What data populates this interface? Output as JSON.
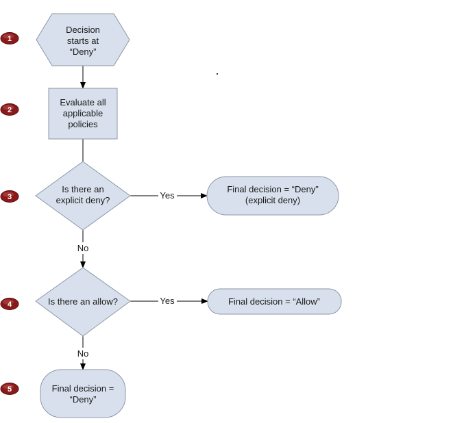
{
  "colors": {
    "node_fill": "#d7e0ec",
    "node_stroke": "#8c96a5",
    "badge_fill": "#8a1a1a",
    "edge": "#000000"
  },
  "steps": [
    {
      "badge": "1",
      "lines": [
        "Decision",
        "starts at",
        "“Deny”"
      ]
    },
    {
      "badge": "2",
      "lines": [
        "Evaluate all",
        "applicable",
        "policies"
      ]
    },
    {
      "badge": "3",
      "lines": [
        "Is there an",
        "explicit deny?"
      ]
    },
    {
      "badge": "4",
      "lines": [
        "Is there an allow?"
      ]
    },
    {
      "badge": "5",
      "lines": [
        "Final decision =",
        "“Deny”"
      ]
    }
  ],
  "outcomes": {
    "explicit_deny": {
      "lines": [
        "Final decision = “Deny”",
        "(explicit deny)"
      ]
    },
    "allow": {
      "lines": [
        "Final decision = “Allow”"
      ]
    }
  },
  "edges": {
    "yes_label": "Yes",
    "no_label": "No"
  }
}
